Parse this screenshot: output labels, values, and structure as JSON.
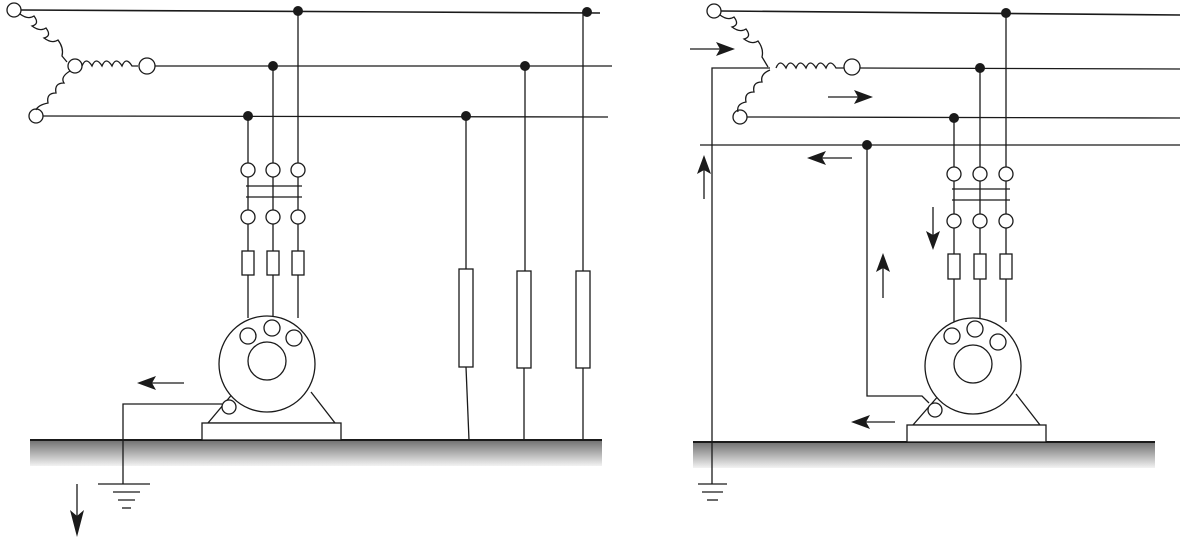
{
  "diagram": {
    "panels": [
      {
        "id": "left",
        "scheme": "protective-earthing",
        "description_visible_text": ""
      },
      {
        "id": "right",
        "scheme": "protective-neutral-conductor",
        "description_visible_text": ""
      }
    ],
    "colors": {
      "line": "#1a1a1a",
      "ground_top": "#6f6f6f",
      "ground_bottom": "#f2f2f2",
      "background": "#ffffff"
    },
    "symbols": [
      "transformer-star-winding-icon",
      "fuse-icon",
      "switch-contact-icon",
      "motor-icon",
      "lamp-resistor-icon",
      "earth-ground-icon",
      "current-arrow-icon",
      "junction-dot-icon"
    ]
  }
}
